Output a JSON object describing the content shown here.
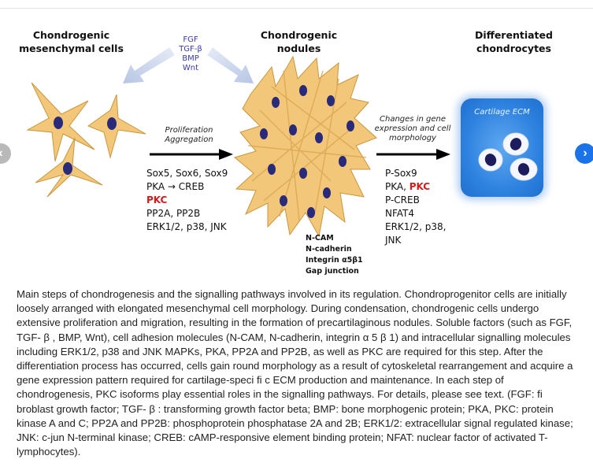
{
  "figure": {
    "stage1_title": "Chondrogenic mesenchymal cells",
    "stage2_title": "Chondrogenic nodules",
    "stage3_title": "Differentiated chondrocytes",
    "soluble_factors": [
      "FGF",
      "TGF-β",
      "BMP",
      "Wnt"
    ],
    "arrow1_label": "Proliferation Aggregation",
    "arrow2_label": "Changes in gene expression and cell morphology",
    "ecm_label": "Cartilage ECM",
    "colors": {
      "factor_text": "#3a3aa8",
      "pkc_red": "#d01c1c",
      "cell_fill": "#f2c77a",
      "nucleus": "#2a2a7a",
      "ecm_blue": "#2f83e0"
    },
    "stage1_molecules": [
      "Sox5, Sox6, Sox9",
      "PKA → CREB",
      "PKC",
      "PP2A, PP2B",
      "ERK1/2, p38, JNK"
    ],
    "adhesion_molecules": [
      "N-CAM",
      "N-cadherin",
      "Integrin α5β1",
      "Gap junction"
    ],
    "stage3_molecules": [
      "P-Sox9",
      "PKA, ",
      "PKC",
      "P-CREB",
      "NFAT4",
      "ERK1/2, p38,",
      "JNK"
    ]
  },
  "nav": {
    "prev_icon": "chevron-left-icon",
    "next_icon": "chevron-right-icon",
    "prev_glyph": "‹",
    "next_glyph": "›"
  },
  "caption": "Main steps of chondrogenesis and the signalling pathways involved in its regulation. Chondroprogenitor cells are initially loosely arranged with elongated mesenchymal cell morphology. During condensation, chondrogenic cells undergo extensive proliferation and migration, resulting in the formation of precartilaginous nodules. Soluble factors (such as FGF, TGF- β , BMP, Wnt), cell adhesion molecules (N-CAM, N-cadherin, integrin α 5 β 1) and intracellular signalling molecules including ERK1/2, p38 and JNK MAPKs, PKA, PP2A and PP2B, as well as PKC are required for this step. After the differentiation process has occurred, cells gain round morphology as a result of cytoskeletal rearrangement and acquire a gene expression pattern required for cartilage-speci fi c ECM production and maintenance. In each step of chondrogenesis, PKC isoforms play essential roles in the signalling pathways. For details, please see text. (FGF: fi broblast growth factor; TGF- β : transforming growth factor beta; BMP: bone morphogenic protein; PKA, PKC: protein kinase A and C; PP2A and PP2B: phosphoprotein phosphatase 2A and 2B; ERK1/2: extracellular signal regulated kinase; JNK: c-jun N-terminal kinase; CREB: cAMP-responsive element binding protein; NFAT: nuclear factor of activated T-lymphocytes)."
}
